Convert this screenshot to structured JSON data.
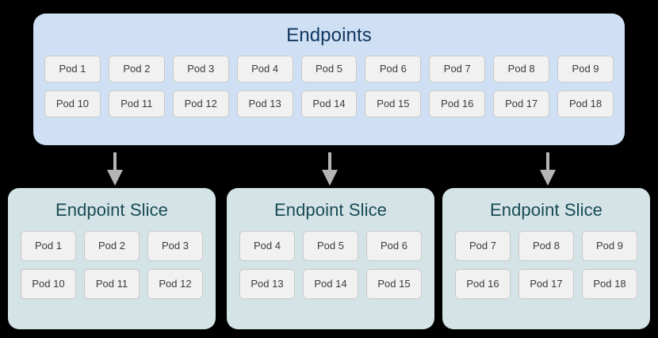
{
  "diagram": {
    "colors": {
      "background": "#000000",
      "endpoints_panel_bg": "#cfe0f4",
      "endpoints_title_text": "#11365e",
      "slice_panel_bg": "#d4e3e6",
      "slice_title_text": "#194b55",
      "pod_chip_bg": "#f1f1f1",
      "pod_chip_border": "#c9c9c9",
      "pod_chip_text": "#3b3b3b",
      "arrow": "#b5b5b5"
    },
    "endpoints": {
      "title": "Endpoints",
      "pods": [
        "Pod 1",
        "Pod 2",
        "Pod 3",
        "Pod 4",
        "Pod 5",
        "Pod 6",
        "Pod 7",
        "Pod 8",
        "Pod 9",
        "Pod 10",
        "Pod 11",
        "Pod 12",
        "Pod 13",
        "Pod 14",
        "Pod 15",
        "Pod 16",
        "Pod 17",
        "Pod 18"
      ]
    },
    "arrows": [
      {
        "name": "arrow-to-slice-1"
      },
      {
        "name": "arrow-to-slice-2"
      },
      {
        "name": "arrow-to-slice-3"
      }
    ],
    "slices": [
      {
        "title": "Endpoint Slice",
        "pods": [
          "Pod 1",
          "Pod 2",
          "Pod 3",
          "Pod 10",
          "Pod 11",
          "Pod 12"
        ]
      },
      {
        "title": "Endpoint Slice",
        "pods": [
          "Pod 4",
          "Pod 5",
          "Pod 6",
          "Pod 13",
          "Pod 14",
          "Pod 15"
        ]
      },
      {
        "title": "Endpoint Slice",
        "pods": [
          "Pod 7",
          "Pod 8",
          "Pod 9",
          "Pod 16",
          "Pod 17",
          "Pod 18"
        ]
      }
    ]
  }
}
